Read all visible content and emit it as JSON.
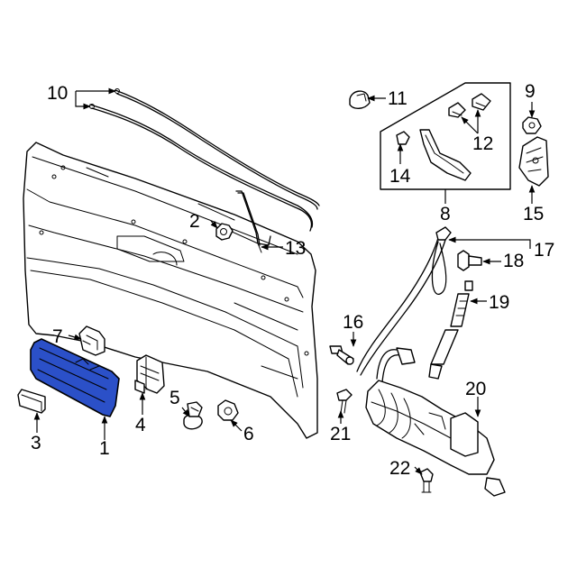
{
  "colors": {
    "highlight": "#2b50c8",
    "line": "#000000",
    "background": "#ffffff"
  },
  "callouts": {
    "c1": "1",
    "c2": "2",
    "c3": "3",
    "c4": "4",
    "c5": "5",
    "c6": "6",
    "c7": "7",
    "c8": "8",
    "c9": "9",
    "c10": "10",
    "c11": "11",
    "c12": "12",
    "c13": "13",
    "c14": "14",
    "c15": "15",
    "c16": "16",
    "c17": "17",
    "c18": "18",
    "c19": "19",
    "c20": "20",
    "c21": "21",
    "c22": "22"
  }
}
